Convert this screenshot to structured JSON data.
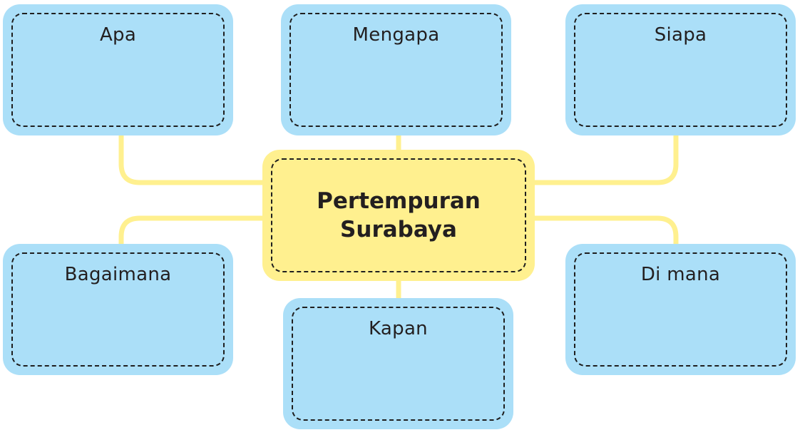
{
  "center": {
    "line1": "Pertempuran",
    "line2": "Surabaya"
  },
  "questions": {
    "apa": "Apa",
    "mengapa": "Mengapa",
    "siapa": "Siapa",
    "bagaimana": "Bagaimana",
    "kapan": "Kapan",
    "di_mana": "Di mana"
  },
  "colors": {
    "question_box": "#abdff8",
    "center_box": "#fff08f",
    "connector": "#fff08f",
    "dashed_border": "#1f1f1f"
  }
}
